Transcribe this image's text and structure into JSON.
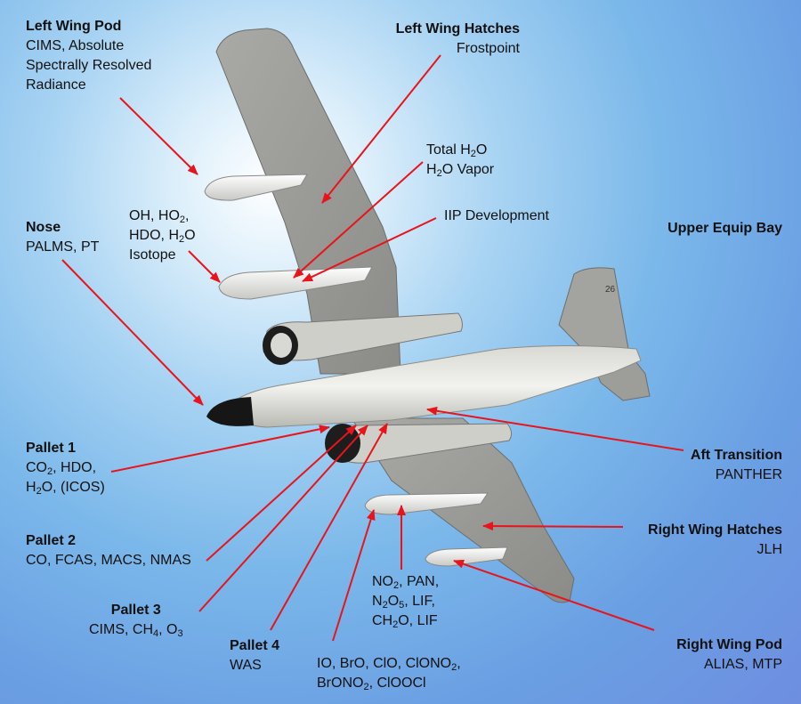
{
  "labels": {
    "left_wing_pod": {
      "title": "Left Wing Pod",
      "lines": [
        "CIMS, Absolute",
        "Spectrally Resolved",
        "Radiance"
      ]
    },
    "left_wing_hatches": {
      "title": "Left Wing Hatches",
      "lines": [
        "Frostpoint"
      ]
    },
    "total_h2o": {
      "lines": [
        "Total H2O",
        "H2O Vapor"
      ]
    },
    "iip_development": {
      "lines": [
        "IIP Development"
      ]
    },
    "oh_ho2": {
      "lines": [
        "OH, HO2,",
        "HDO, H2O",
        "Isotope"
      ]
    },
    "nose": {
      "title": "Nose",
      "lines": [
        "PALMS, PT"
      ]
    },
    "upper_equip_bay": {
      "title": "Upper Equip Bay",
      "lines": []
    },
    "pallet_1": {
      "title": "Pallet 1",
      "lines": [
        "CO2, HDO,",
        "H2O, (ICOS)"
      ]
    },
    "aft_transition": {
      "title": "Aft Transition",
      "lines": [
        "PANTHER"
      ]
    },
    "right_wing_hatches": {
      "title": "Right Wing Hatches",
      "lines": [
        "JLH"
      ]
    },
    "pallet_2": {
      "title": "Pallet 2",
      "lines": [
        "CO, FCAS, MACS, NMAS"
      ]
    },
    "no2_pan": {
      "lines": [
        "NO2, PAN,",
        "N2O5, LIF,",
        "CH2O, LIF"
      ]
    },
    "pallet_3": {
      "title": "Pallet 3",
      "lines": [
        "CIMS, CH4, O3"
      ]
    },
    "pallet_4": {
      "title": "Pallet 4",
      "lines": [
        "WAS"
      ]
    },
    "halogens": {
      "lines": [
        "IO, BrO, ClO, ClONO2,",
        "BrONO2, ClOOCl"
      ]
    },
    "right_wing_pod": {
      "title": "Right Wing Pod",
      "lines": [
        "ALIAS, MTP"
      ]
    }
  },
  "colors": {
    "arrow": "#e8141c",
    "aircraft_wing": "#9a9a97",
    "aircraft_body": "#e6e6e2",
    "nose_cone": "#161616"
  },
  "aircraft": {
    "tail_marking": "26"
  }
}
